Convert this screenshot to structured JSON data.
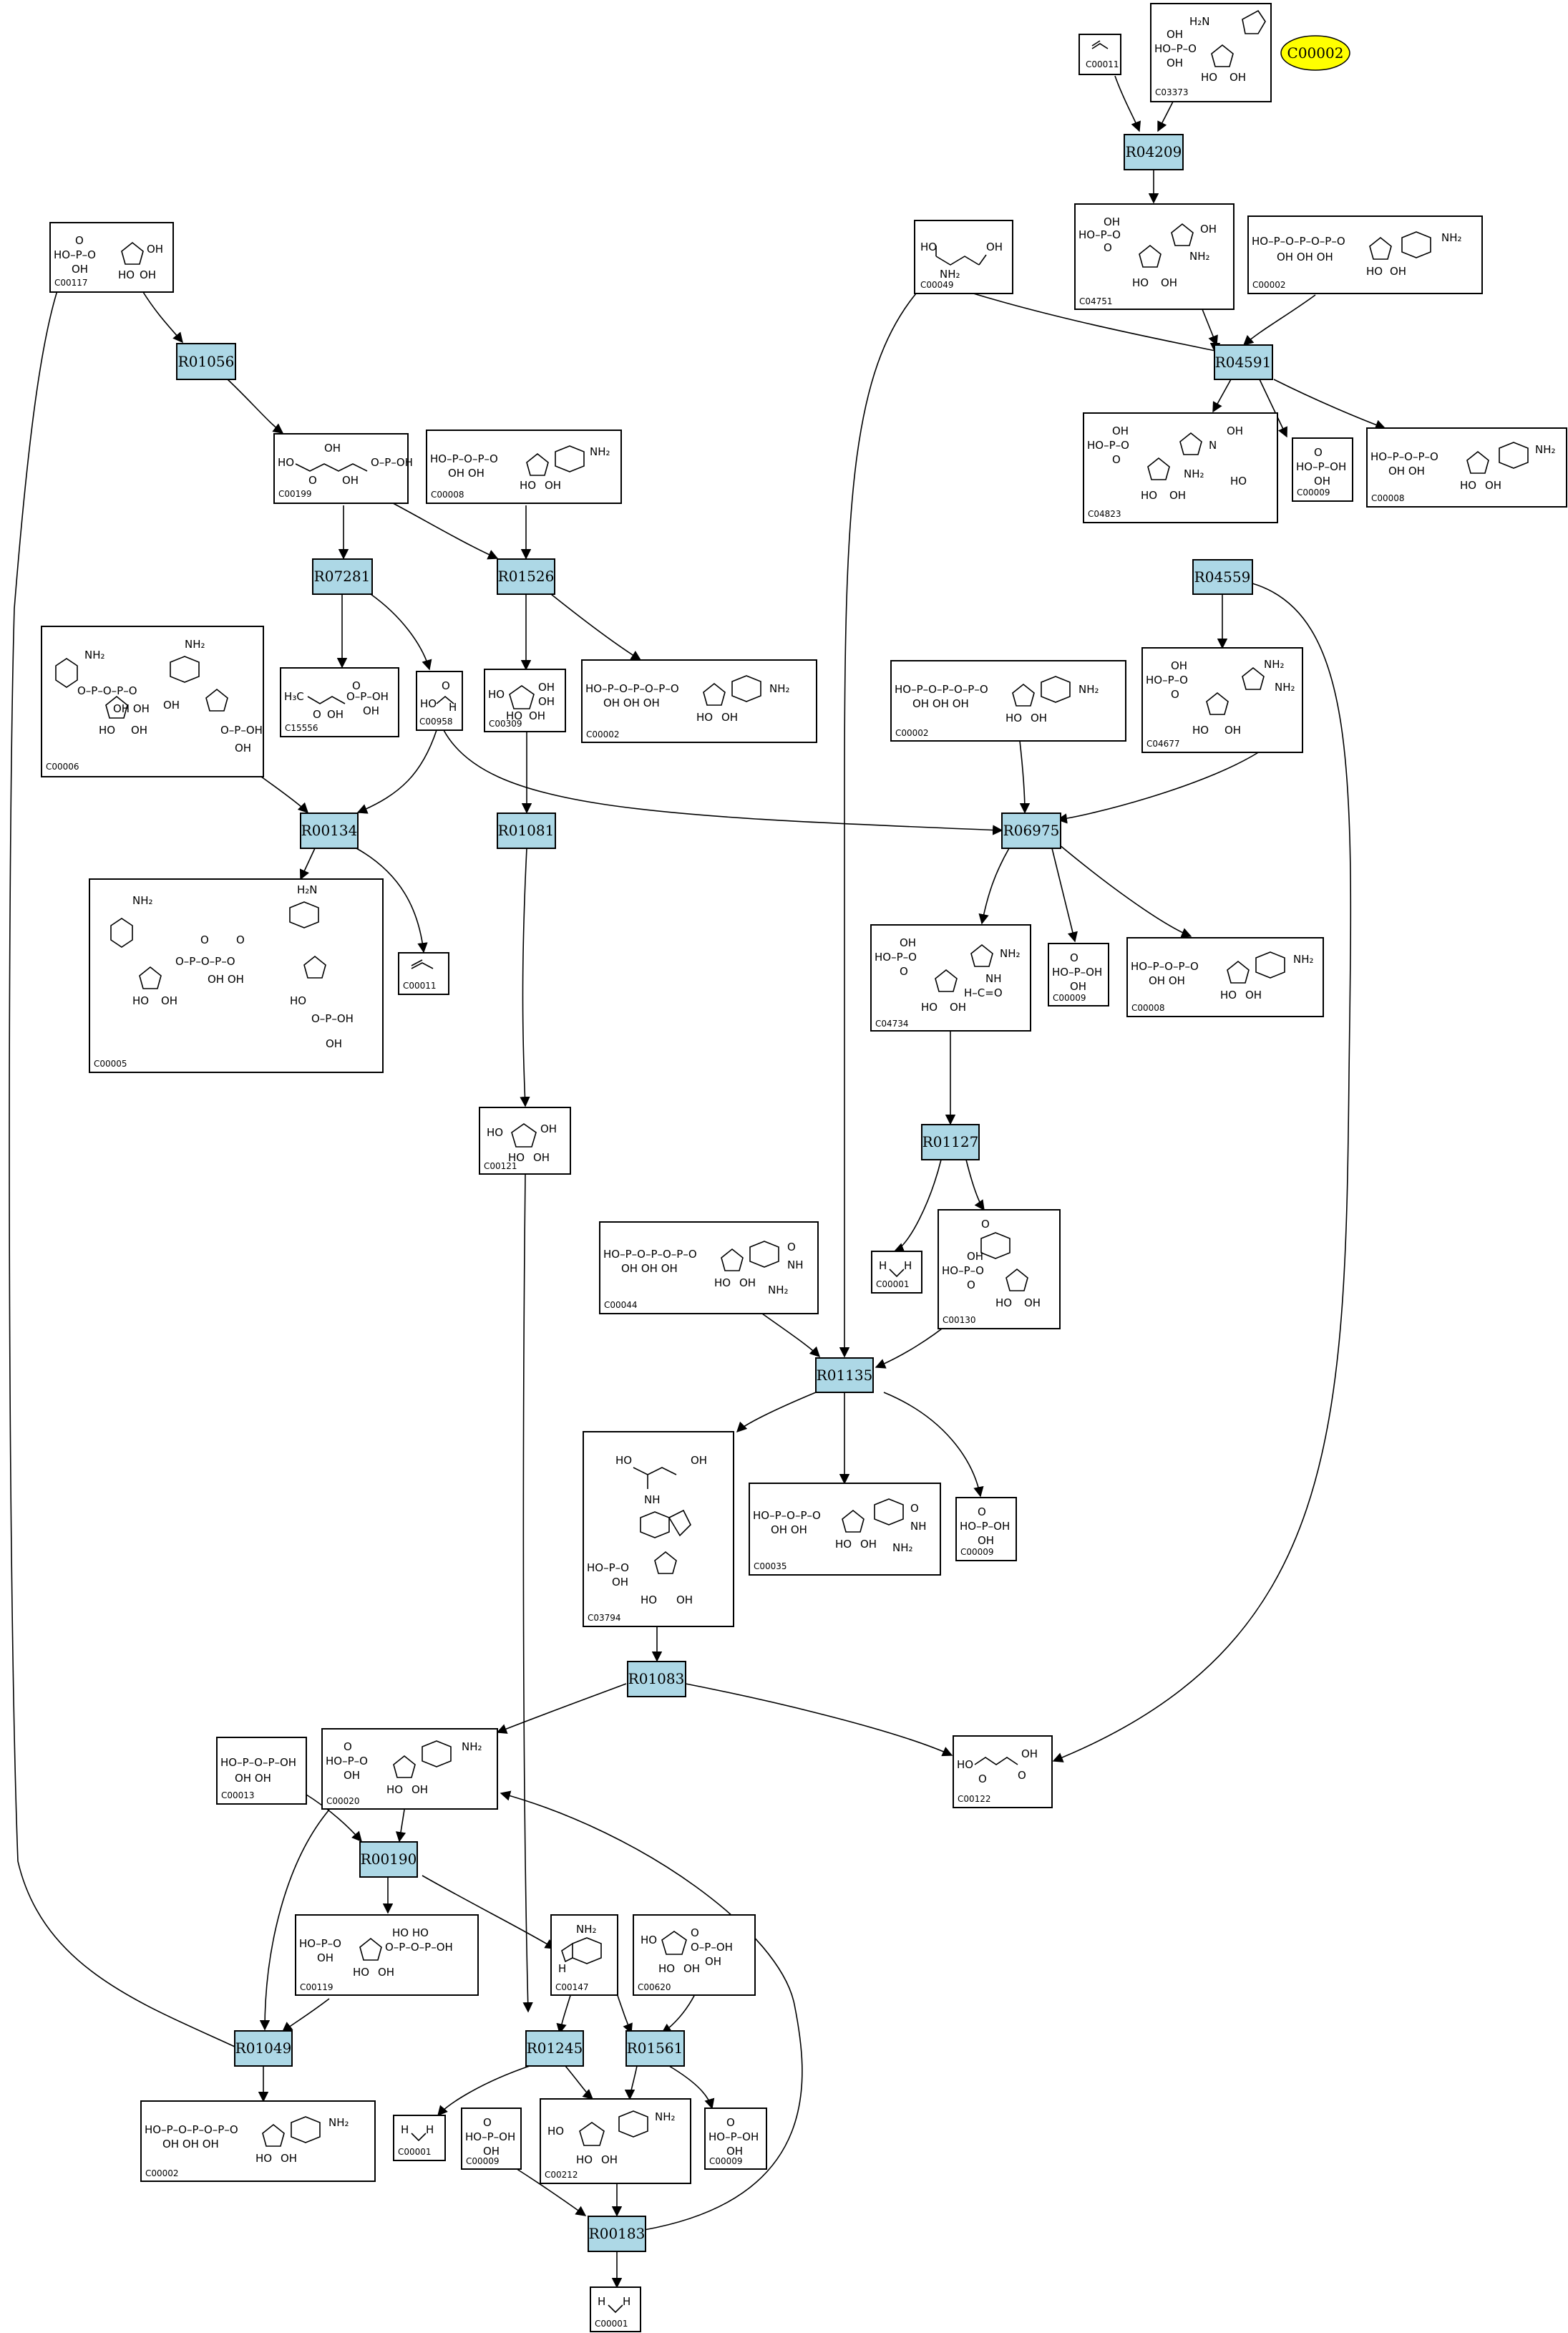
{
  "highlight_compound": {
    "id": "C00002",
    "color": "#ffff00"
  },
  "reaction_color": "#add8e6",
  "reactions": [
    {
      "id": "R04209"
    },
    {
      "id": "R01056"
    },
    {
      "id": "R04591"
    },
    {
      "id": "R07281"
    },
    {
      "id": "R01526"
    },
    {
      "id": "R04559"
    },
    {
      "id": "R00134"
    },
    {
      "id": "R01081"
    },
    {
      "id": "R06975"
    },
    {
      "id": "R01127"
    },
    {
      "id": "R01135"
    },
    {
      "id": "R01083"
    },
    {
      "id": "R00190"
    },
    {
      "id": "R01049"
    },
    {
      "id": "R01245"
    },
    {
      "id": "R01561"
    },
    {
      "id": "R00183"
    }
  ],
  "compounds": [
    {
      "id": "C00011"
    },
    {
      "id": "C03373"
    },
    {
      "id": "C00117"
    },
    {
      "id": "C00049"
    },
    {
      "id": "C04751"
    },
    {
      "id": "C00002"
    },
    {
      "id": "C00199"
    },
    {
      "id": "C00008"
    },
    {
      "id": "C04823"
    },
    {
      "id": "C00009"
    },
    {
      "id": "C00008"
    },
    {
      "id": "C00006"
    },
    {
      "id": "C15556"
    },
    {
      "id": "C00958"
    },
    {
      "id": "C00309"
    },
    {
      "id": "C00002"
    },
    {
      "id": "C00002"
    },
    {
      "id": "C04677"
    },
    {
      "id": "C00005"
    },
    {
      "id": "C00011"
    },
    {
      "id": "C04734"
    },
    {
      "id": "C00009"
    },
    {
      "id": "C00008"
    },
    {
      "id": "C00121"
    },
    {
      "id": "C00044"
    },
    {
      "id": "C00001"
    },
    {
      "id": "C00130"
    },
    {
      "id": "C03794"
    },
    {
      "id": "C00035"
    },
    {
      "id": "C00009"
    },
    {
      "id": "C00013"
    },
    {
      "id": "C00020"
    },
    {
      "id": "C00122"
    },
    {
      "id": "C00119"
    },
    {
      "id": "C00147"
    },
    {
      "id": "C00620"
    },
    {
      "id": "C00002"
    },
    {
      "id": "C00001"
    },
    {
      "id": "C00009"
    },
    {
      "id": "C00212"
    },
    {
      "id": "C00009"
    },
    {
      "id": "C00001"
    }
  ]
}
